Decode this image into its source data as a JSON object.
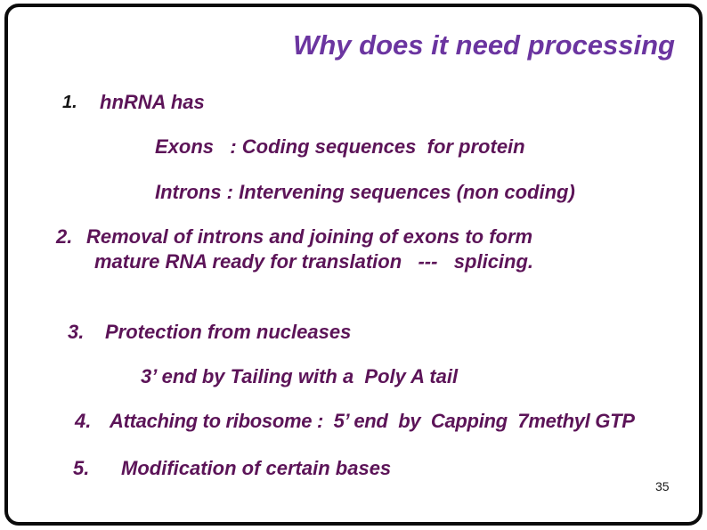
{
  "slide": {
    "title": "Why does it need processing",
    "page_number": "35",
    "colors": {
      "title_purple": "#6b35a0",
      "body_plum": "#5c1458",
      "first_number_black": "#141414",
      "border_black": "#0b0b0b",
      "background": "#ffffff"
    },
    "items": [
      {
        "number": "1.",
        "text": "hnRNA has"
      },
      {
        "text": "Exons   : Coding sequences  for protein"
      },
      {
        "text": "Introns : Intervening sequences (non coding)"
      },
      {
        "number": "2.",
        "text": "Removal of introns and joining of exons to form"
      },
      {
        "text": "mature RNA ready for translation   ---   splicing."
      },
      {
        "number": "3.",
        "text": "Protection from nucleases"
      },
      {
        "text": "3’ end by Tailing with a  Poly A tail"
      },
      {
        "number": "4.",
        "text": "Attaching to ribosome :  5’ end  by  Capping  7methyl GTP"
      },
      {
        "number": "5.",
        "text": "Modification of certain bases"
      }
    ]
  }
}
